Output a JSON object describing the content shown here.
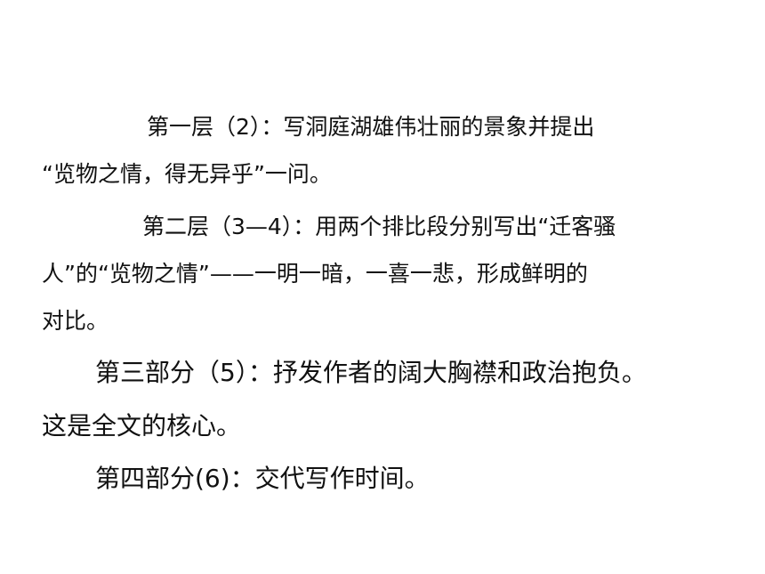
{
  "document": {
    "lines": [
      "第一层（2）：写洞庭湖雄伟壮丽的景象并提出",
      "“览物之情，得无异乎”一问。",
      "第二层（3—4）：用两个排比段分别写出“迁客骚",
      "人”的“览物之情”——一明一暗，一喜一悲，形成鲜明的",
      "对比。",
      "第三部分（5）：抒发作者的阔大胸襟和政治抱负。",
      "这是全文的核心。",
      "第四部分(6)：交代写作时间。"
    ]
  }
}
